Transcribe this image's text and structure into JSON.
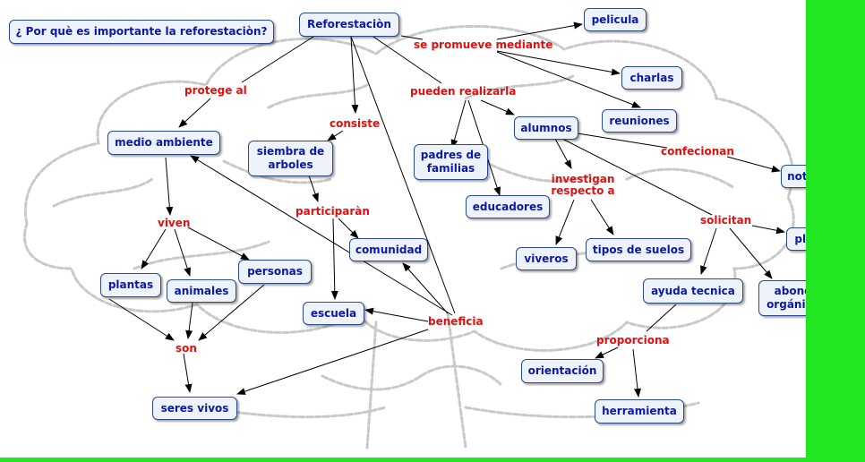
{
  "colors": {
    "accent_side": "#22e622",
    "node_text": "#0a1aa8",
    "link_text": "#e01010",
    "node_fill": "#eef3fb"
  },
  "question": "¿ Por què es importante la reforestaciòn?",
  "concepts": {
    "reforestacion": "Reforestaciòn",
    "pelicula": "pelicula",
    "charlas": "charlas",
    "reuniones": "reuniones",
    "medio_ambiente": "medio ambiente",
    "siembra": "siembra de arboles",
    "padres": "padres de familias",
    "alumnos": "alumnos",
    "educadores": "educadores",
    "notas": "notas",
    "plantones": "plantones",
    "comunidad": "comunidad",
    "viveros": "viveros",
    "tipos_suelos": "tipos de suelos",
    "plantas": "plantas",
    "animales": "animales",
    "personas": "personas",
    "escuela": "escuela",
    "ayuda_tecnica": "ayuda tecnica",
    "abono": "abono orgánico",
    "orientacion": "orientación",
    "seres_vivos": "seres vivos",
    "herramienta": "herramienta"
  },
  "linking_phrases": {
    "se_promueve": "se promueve mediante",
    "protege": "protege al",
    "consiste": "consiste",
    "pueden": "pueden realizarla",
    "confecionan": "confecionan",
    "investigan": "investigan respecto a",
    "solicitan": "solicitan",
    "viven": "viven",
    "participaran": "participaràn",
    "beneficia": "beneficia",
    "son": "son",
    "proporciona": "proporciona"
  }
}
